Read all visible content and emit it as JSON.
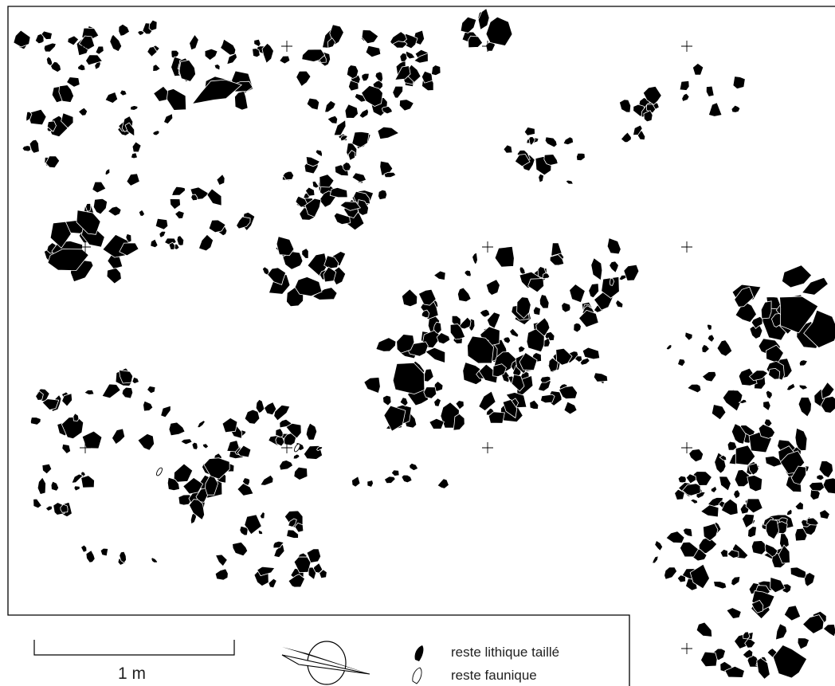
{
  "map": {
    "scale_bar": {
      "label": "1 m"
    },
    "north_arrow": {
      "icon": "north-arrow-icon"
    },
    "legend": {
      "items": [
        {
          "label": "reste lithique taillé",
          "icon": "lithic-remain-icon",
          "fill": "#000000"
        },
        {
          "label": "reste faunique",
          "icon": "faunal-remain-icon",
          "fill": "#ffffff"
        }
      ]
    },
    "grid_markers": {
      "icon": "grid-cross-icon"
    },
    "colors": {
      "remains": "#000000",
      "background": "#ffffff",
      "frame": "#000000"
    }
  }
}
